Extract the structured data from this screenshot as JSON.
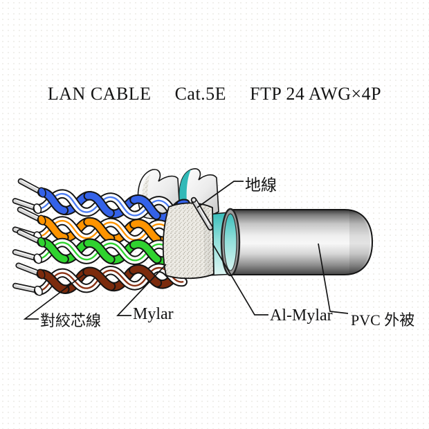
{
  "title": {
    "segments": [
      "LAN CABLE",
      "Cat.5E",
      "FTP 24 AWG×4P"
    ]
  },
  "labels": {
    "ground_wire": "地線",
    "twisted_pairs": "對絞芯線",
    "mylar": "Mylar",
    "al_mylar": "Al-Mylar",
    "pvc_jacket": "PVC 外被"
  },
  "colors": {
    "pair_blue": "#3462e8",
    "pair_blue_stripe": "#4d7df2",
    "pair_orange": "#ff9400",
    "pair_orange_stripe": "#ff9400",
    "pair_green": "#2fd32f",
    "pair_green_stripe": "#2fd32f",
    "pair_brown": "#7b2b0d",
    "pair_brown_stripe": "#8a3315",
    "al_mylar_teal": "#2ab6b3",
    "mylar_speckle_base": "#edebe5",
    "mylar_speckle_dot": "#b9b5a9",
    "conductor": "#d6d6d6",
    "jacket_light": "#f6f6f6",
    "jacket_dark": "#3c3c3c",
    "outline": "#141414"
  }
}
